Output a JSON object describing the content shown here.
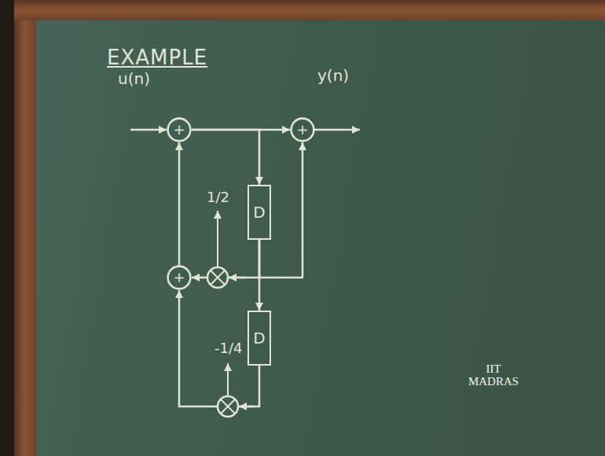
{
  "diagram": {
    "title": "EXAMPLE",
    "nodes": [
      {
        "text": [
          "+"
        ]
      },
      {
        "text": [
          "+"
        ]
      },
      {
        "text": [
          "D"
        ]
      },
      {
        "text": [
          "+"
        ]
      },
      {
        "text": [
          "D"
        ]
      }
    ],
    "edges": [
      {
        "from": 0,
        "to": 1,
        "arrow": "to"
      },
      {
        "from": 0,
        "to": 2,
        "arrow": "to"
      },
      {
        "from": 2,
        "to": 1,
        "arrow": "to"
      },
      {
        "from": 2,
        "to": 3,
        "arrow": "to"
      },
      {
        "from": 2,
        "to": 4,
        "arrow": "to"
      },
      {
        "from": 4,
        "to": 3,
        "arrow": "to"
      },
      {
        "from": 3,
        "to": 0,
        "arrow": "to"
      }
    ],
    "labels": [
      "u(n)",
      "y(n)",
      "1/2",
      "-1/4",
      "IIT MADRAS"
    ]
  }
}
